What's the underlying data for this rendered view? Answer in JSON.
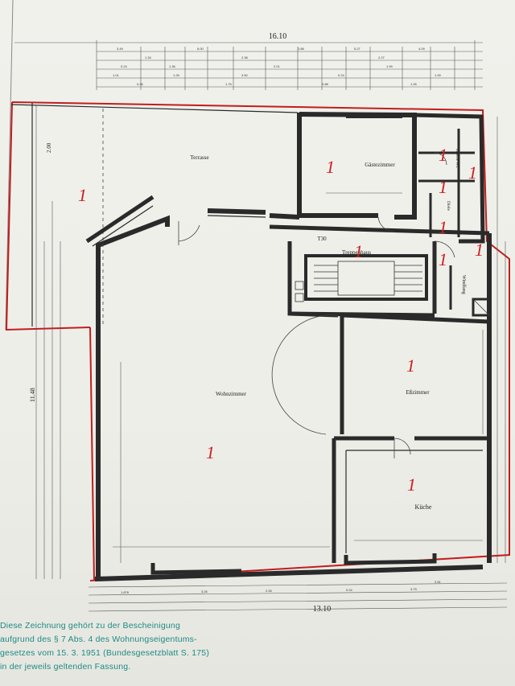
{
  "dimensions": {
    "total_width": "16.10",
    "bottom_width": "13.10",
    "height": "11.48",
    "terrace_depth": "2.00"
  },
  "rooms": {
    "terrace": "Terrasse",
    "guest_room": "Gästezimmer",
    "stairwell": "Treppenhaus",
    "living_room": "Wohnzimmer",
    "dining_room": "Eßzimmer",
    "kitchen": "Küche",
    "shower_wc": "Dusche WC",
    "dielle": "Diele",
    "wardrobe": "Windfang"
  },
  "labels": {
    "t30": "T30"
  },
  "unit_marker": "1",
  "footer_note": {
    "line1": "Diese Zeichnung gehört zu der Bescheinigung",
    "line2": "aufgrund des § 7 Abs. 4 des Wohnungseigentums-",
    "line3": "gesetzes vom 15. 3. 1951 (Bundesgesetzblatt S. 175)",
    "line4": "in der jeweils geltenden Fassung."
  },
  "colors": {
    "red_boundary": "#c21d1d",
    "note_text": "#1f8a84"
  }
}
